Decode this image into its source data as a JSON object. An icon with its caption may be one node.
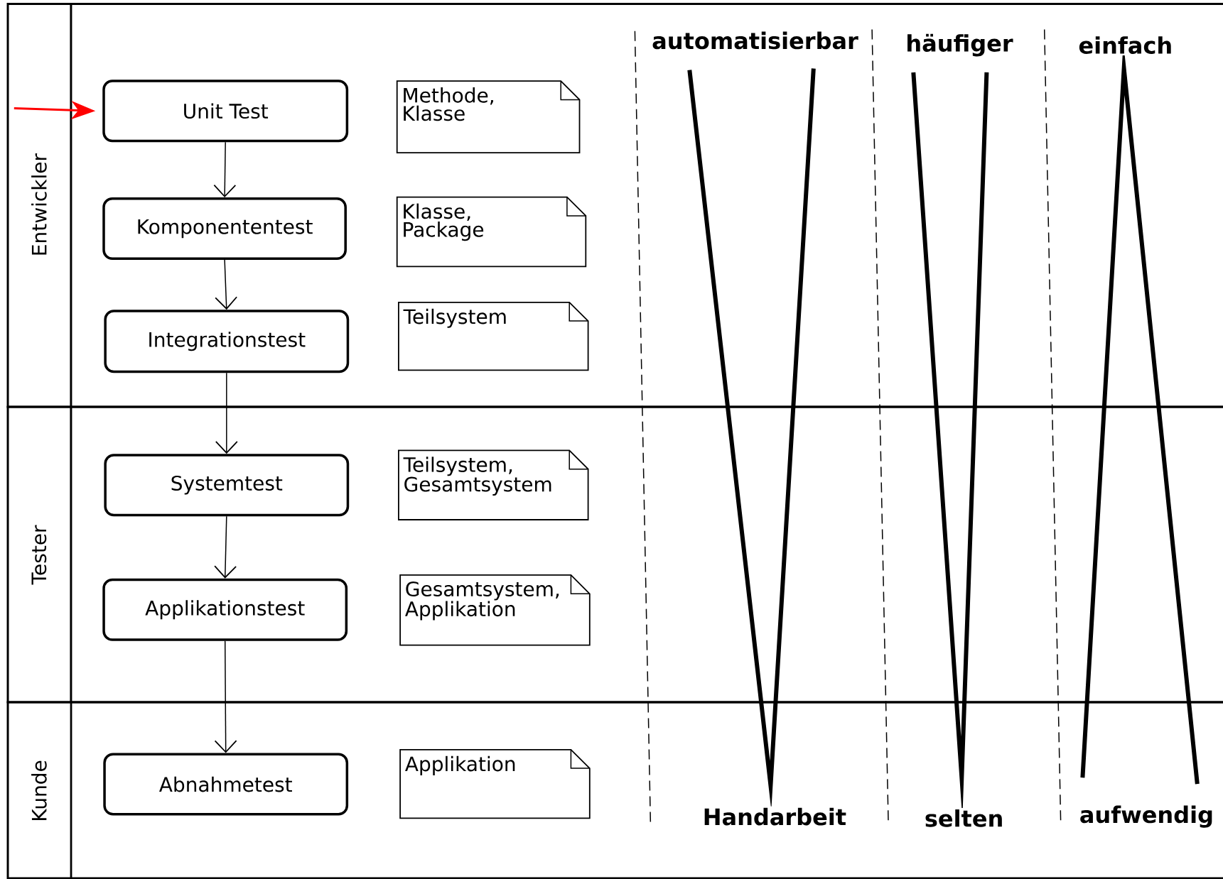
{
  "diagram": {
    "nodes": [
      {
        "text": [
          "Entwickler"
        ]
      },
      {
        "text": [
          "Tester"
        ]
      },
      {
        "text": [
          "Kunde"
        ]
      },
      {
        "text": [
          "Unit Test"
        ],
        "in": 0
      },
      {
        "text": [
          "Komponententest"
        ],
        "in": 0
      },
      {
        "text": [
          "Integrationstest"
        ],
        "in": 0
      },
      {
        "text": [
          "Systemtest"
        ],
        "in": 1
      },
      {
        "text": [
          "Applikationstest"
        ],
        "in": 1
      },
      {
        "text": [
          "Abnahmetest"
        ],
        "in": 2
      },
      {
        "text": [
          "Methode, Klasse"
        ],
        "in": 0
      },
      {
        "text": [
          "Klasse, Package"
        ],
        "in": 0
      },
      {
        "text": [
          "Teilsystem"
        ],
        "in": 0
      },
      {
        "text": [
          "Teilsystem, Gesamtsystem"
        ],
        "in": 1
      },
      {
        "text": [
          "Gesamtsystem, Applikation"
        ],
        "in": 1
      },
      {
        "text": [
          "Applikation"
        ],
        "in": 2
      }
    ],
    "edges": [
      {
        "from": null,
        "to": 3,
        "arrow": "to",
        "color": "#ff0000"
      },
      {
        "from": 3,
        "to": 4,
        "arrow": "to"
      },
      {
        "from": 4,
        "to": 5,
        "arrow": "to"
      },
      {
        "from": 5,
        "to": 6,
        "arrow": "to"
      },
      {
        "from": 6,
        "to": 7,
        "arrow": "to"
      },
      {
        "from": 7,
        "to": 8,
        "arrow": "to"
      }
    ],
    "labels": [
      "automatisierbar",
      "häufiger",
      "einfach",
      "Handarbeit",
      "selten",
      "aufwendig"
    ]
  }
}
